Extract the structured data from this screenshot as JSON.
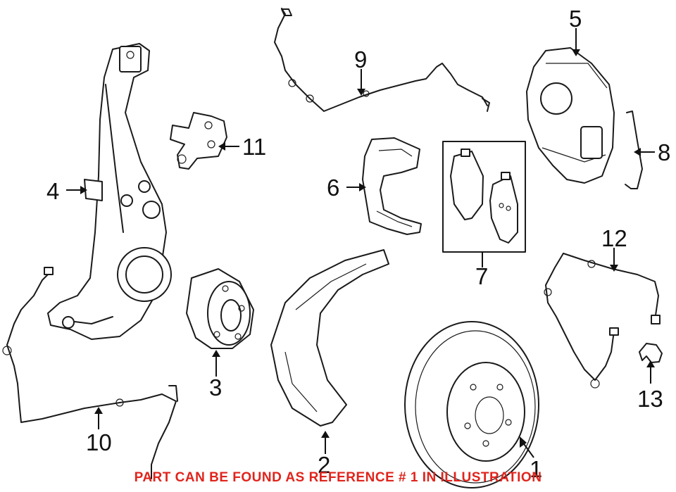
{
  "callouts": {
    "c1": "1",
    "c2": "2",
    "c3": "3",
    "c4": "4",
    "c5": "5",
    "c6": "6",
    "c7": "7",
    "c8": "8",
    "c9": "9",
    "c10": "10",
    "c11": "11",
    "c12": "12",
    "c13": "13"
  },
  "footer": {
    "note": "PART CAN BE FOUND AS REFERENCE # 1 IN ILLUSTRATION"
  },
  "colors": {
    "line_art": "#1a1a1a",
    "note_text": "#e0241c",
    "background": "#ffffff"
  }
}
